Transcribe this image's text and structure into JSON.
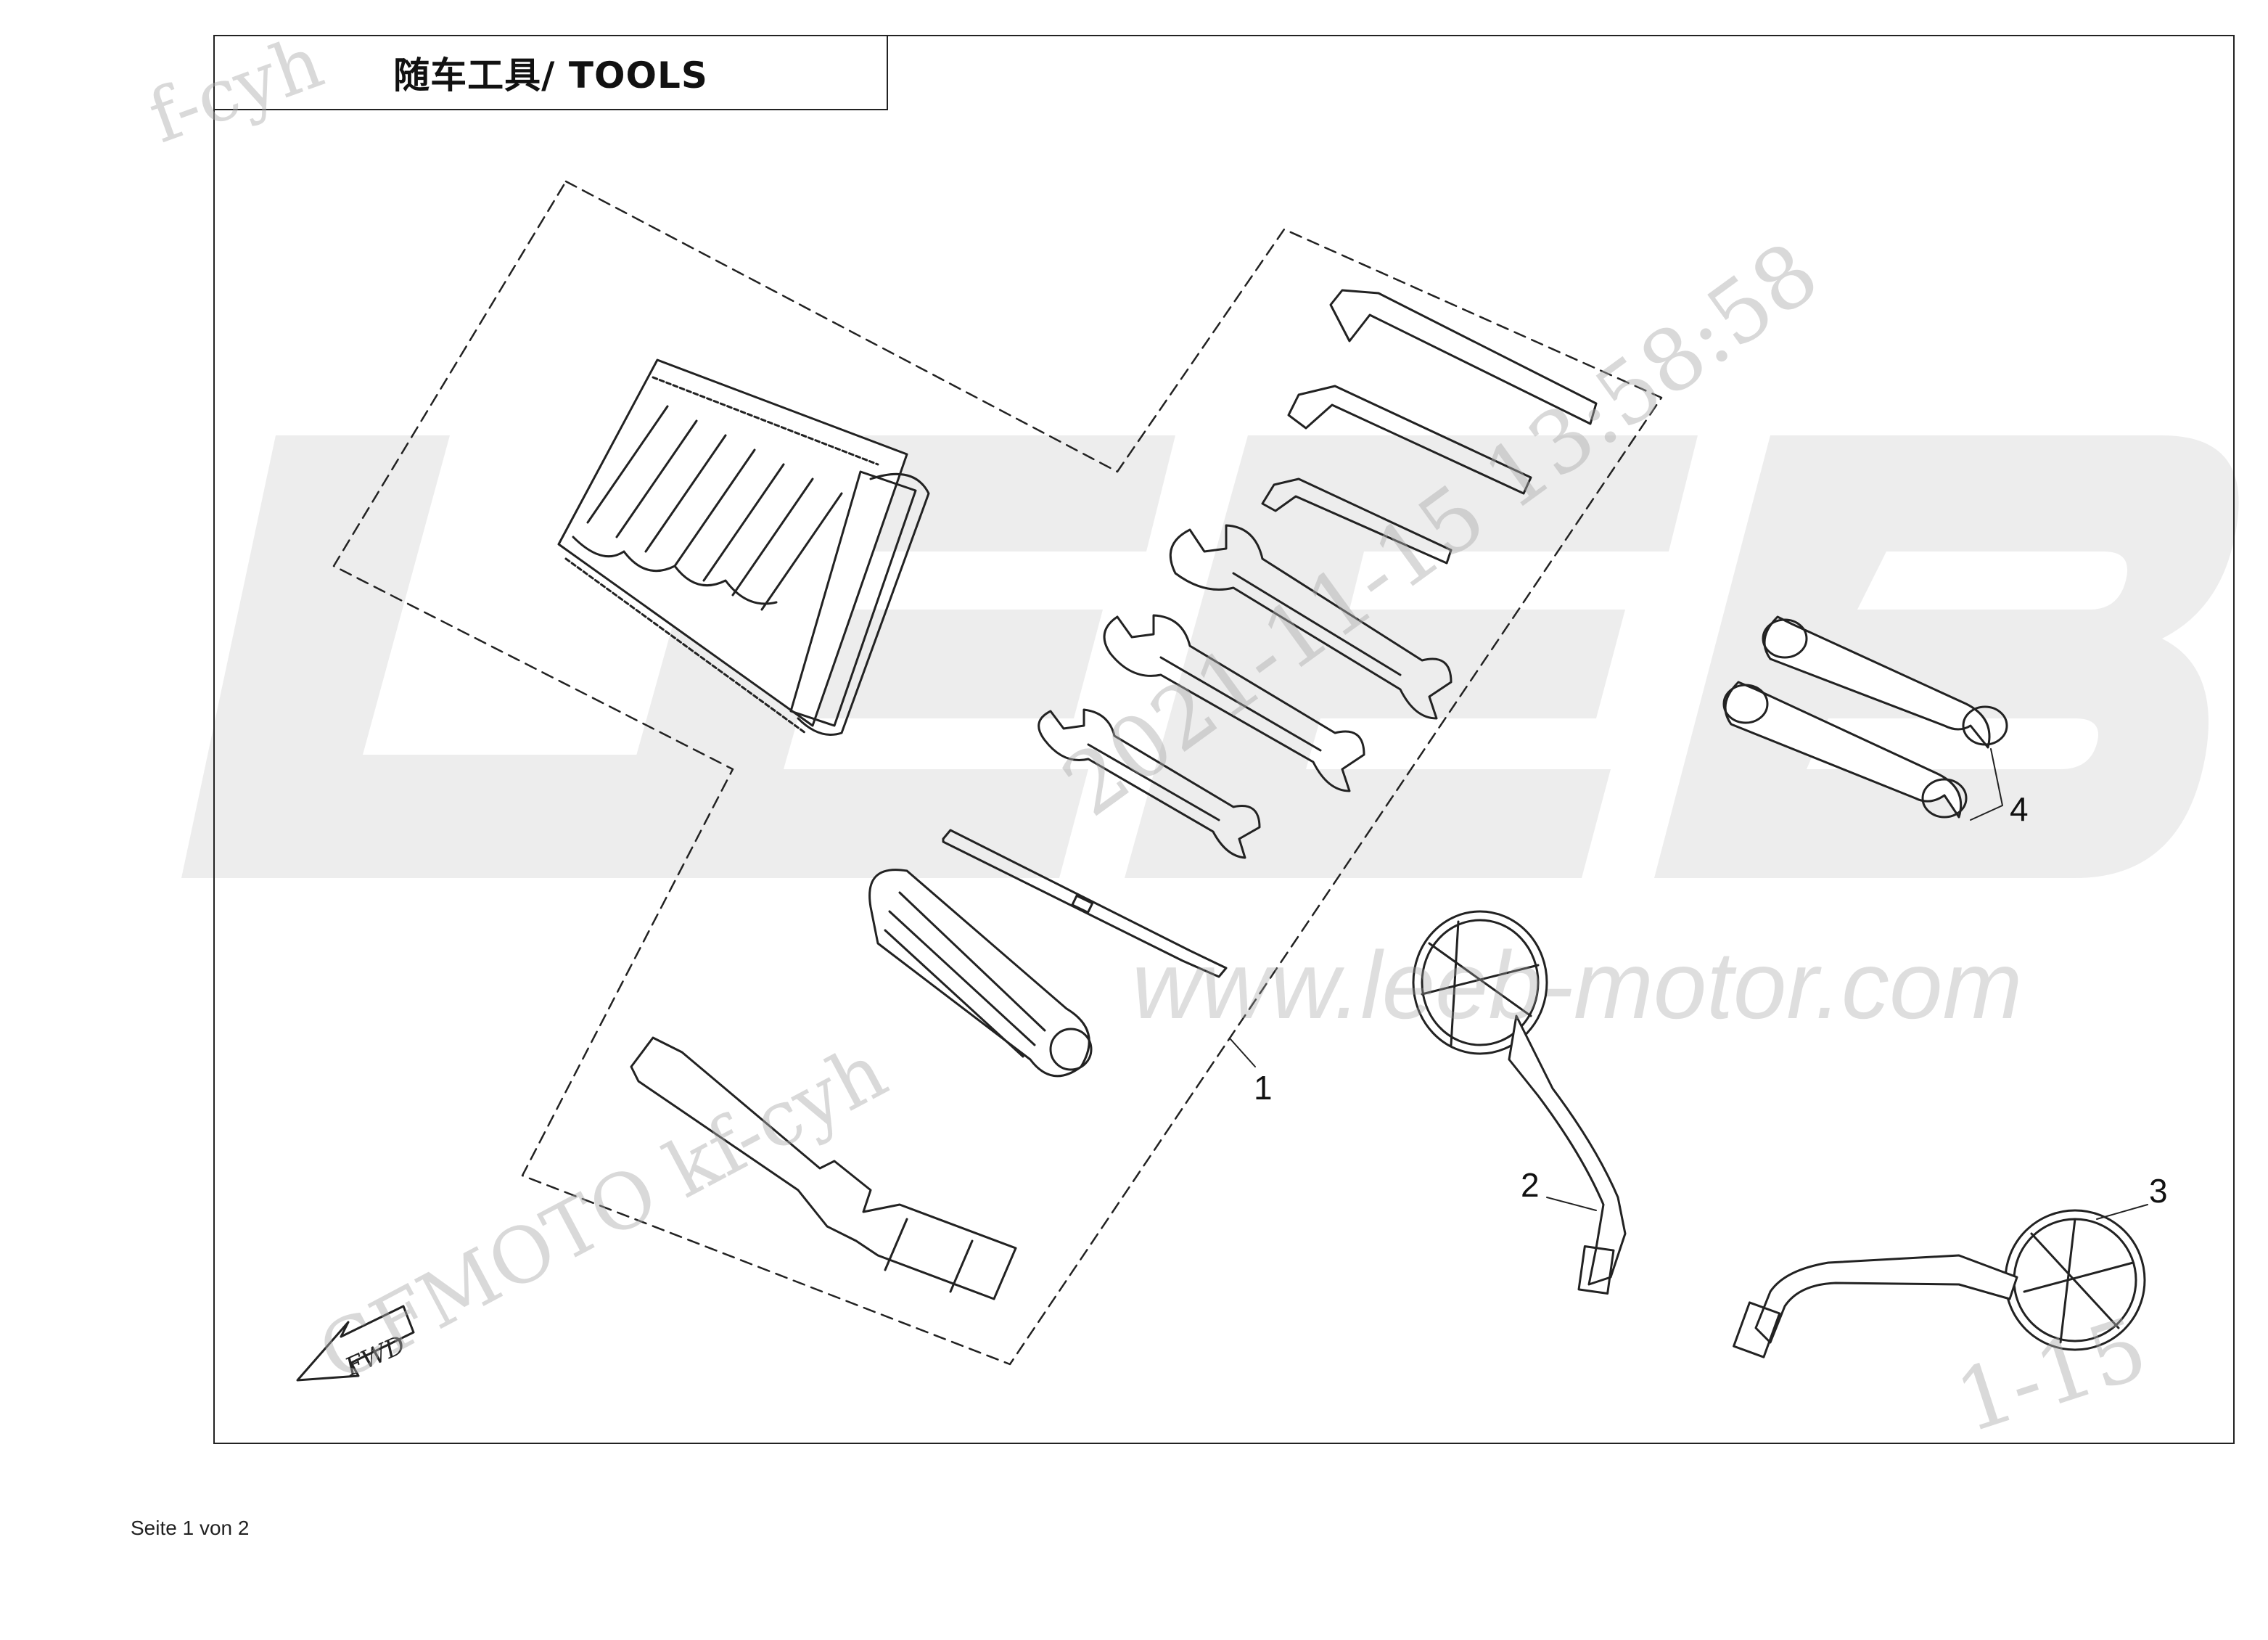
{
  "diagram": {
    "title": "随车工具/ TOOLS",
    "callouts": [
      "1",
      "2",
      "3",
      "4"
    ],
    "watermarks": {
      "brand": "LEEB",
      "url": "www.leeb-motor.com",
      "timestamp": "2021-11-15 13:58:58",
      "user": "CFMOTO kf-cyh",
      "corner_top_left": "f-cyh",
      "corner_bottom_right": "1-15"
    },
    "fwd_label": "FWD"
  },
  "footer": {
    "page_label": "Seite 1 von 2"
  }
}
